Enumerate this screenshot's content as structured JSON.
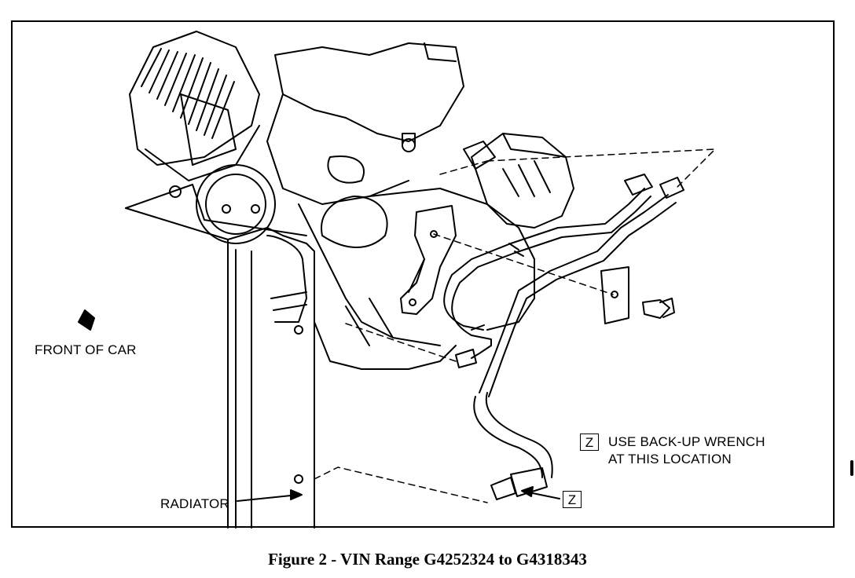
{
  "labels": {
    "front_of_car": "FRONT OF CAR",
    "radiator": "RADIATOR",
    "z_marker": "Z",
    "wrench_line1": "USE BACK-UP WRENCH",
    "wrench_line2": "AT THIS LOCATION"
  },
  "caption": "Figure 2 - VIN Range G4252324 to G4318343"
}
